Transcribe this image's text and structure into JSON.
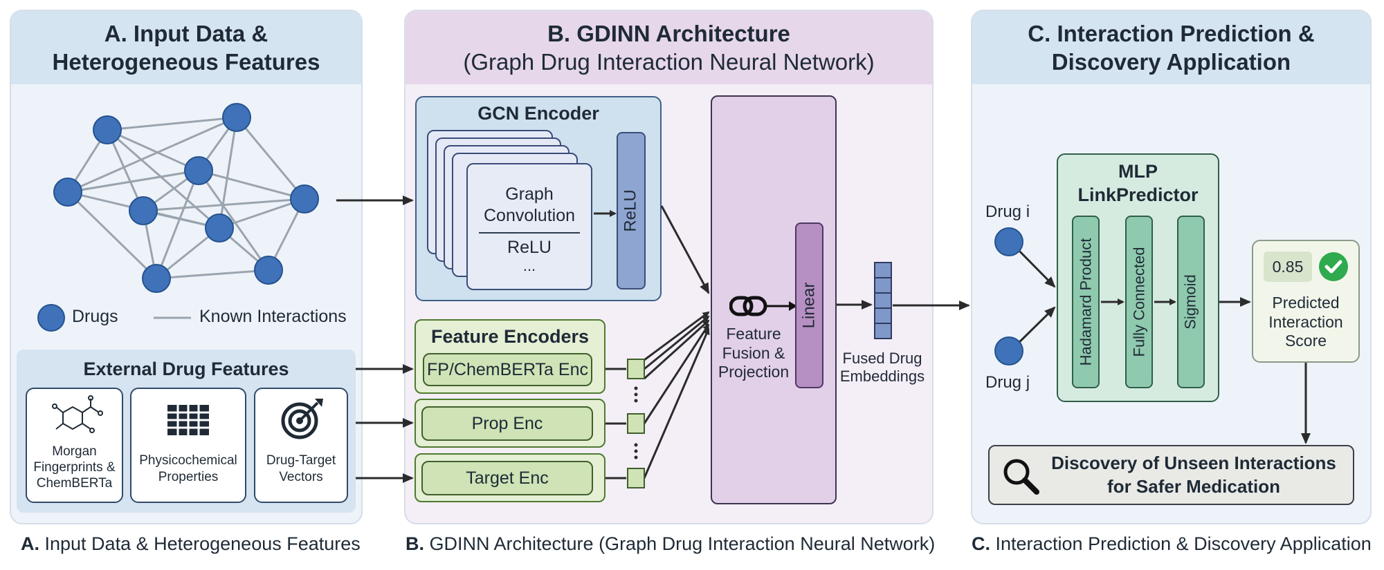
{
  "panel_a": {
    "title_line1": "A. Input Data &",
    "title_line2": "Heterogeneous Features",
    "legend_drugs": "Drugs",
    "legend_interactions": "Known Interactions",
    "external_title": "External Drug Features",
    "features": [
      {
        "label_line1": "Morgan",
        "label_line2": "Fingerprints &",
        "label_line3": "ChemBERTa",
        "icon": "molecule-icon"
      },
      {
        "label_line1": "Physicochemical",
        "label_line2": "Properties",
        "icon": "table-grid-icon"
      },
      {
        "label_line1": "Drug-Target",
        "label_line2": "Vectors",
        "icon": "target-icon"
      }
    ]
  },
  "panel_b": {
    "title_line1": "B. GDINN Architecture",
    "title_line2": "(Graph Drug Interaction Neural Network)",
    "gcn_title": "GCN Encoder",
    "gcn_card_line1": "Graph",
    "gcn_card_line2": "Convolution",
    "gcn_card_line3": "ReLU",
    "gcn_card_line4": "...",
    "relu_bar": "ReLU",
    "feature_encoders_title": "Feature Encoders",
    "encoders": [
      "FP/ChemBERTa Enc",
      "Prop Enc",
      "Target Enc"
    ],
    "fusion_line1": "Feature",
    "fusion_line2": "Fusion &",
    "fusion_line3": "Projection",
    "linear": "Linear",
    "fused_line1": "Fused Drug",
    "fused_line2": "Embeddings"
  },
  "panel_c": {
    "title_line1": "C. Interaction Prediction &",
    "title_line2": "Discovery Application",
    "drug_i": "Drug i",
    "drug_j": "Drug j",
    "mlp_line1": "MLP",
    "mlp_line2": "LinkPredictor",
    "layers": [
      "Hadamard Product",
      "Fully Connected",
      "Sigmoid"
    ],
    "score_value": "0.85",
    "score_label_line1": "Predicted",
    "score_label_line2": "Interaction",
    "score_label_line3": "Score",
    "discovery_line1": "Discovery of Unseen Interactions",
    "discovery_line2": "for Safer Medication"
  },
  "captions": {
    "a_prefix": "A.",
    "a_text": " Input Data & Heterogeneous Features",
    "b_prefix": "B.",
    "b_text": " GDINN Architecture (Graph Drug Interaction Neural Network)",
    "c_prefix": "C.",
    "c_text": " Interaction Prediction & Discovery Application"
  },
  "colors": {
    "node_blue": "#3f72b8",
    "panel_a_bg": "#eef3f9",
    "panel_b_bg": "#f4eef7",
    "panel_c_bg": "#eef3f9",
    "encoder_green": "#cfe3b6",
    "mlp_teal": "#d6ebe0",
    "check_green": "#2faa4e"
  }
}
